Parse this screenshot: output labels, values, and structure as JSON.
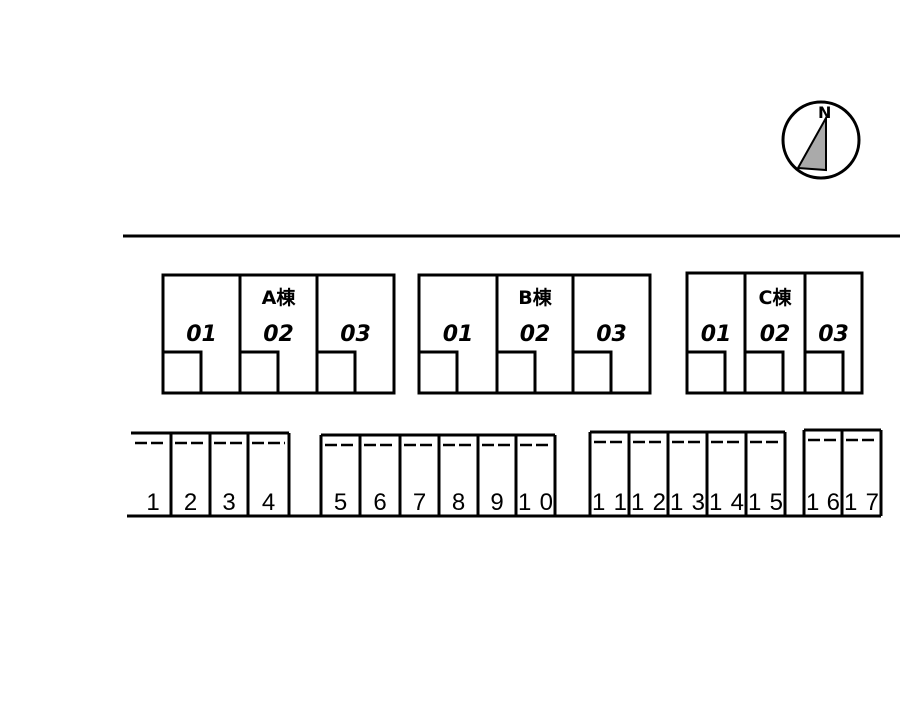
{
  "compass": {
    "label": "N"
  },
  "buildings": [
    {
      "label": "A棟",
      "units": [
        "01",
        "02",
        "03"
      ]
    },
    {
      "label": "B棟",
      "units": [
        "01",
        "02",
        "03"
      ]
    },
    {
      "label": "C棟",
      "units": [
        "01",
        "02",
        "03"
      ]
    }
  ],
  "parking_groups": [
    {
      "spaces": [
        "1",
        "2",
        "3",
        "4"
      ]
    },
    {
      "spaces": [
        "5",
        "6",
        "7",
        "8",
        "9",
        "10"
      ]
    },
    {
      "spaces": [
        "11",
        "12",
        "13",
        "14",
        "15"
      ]
    },
    {
      "spaces": [
        "16",
        "17"
      ]
    }
  ]
}
